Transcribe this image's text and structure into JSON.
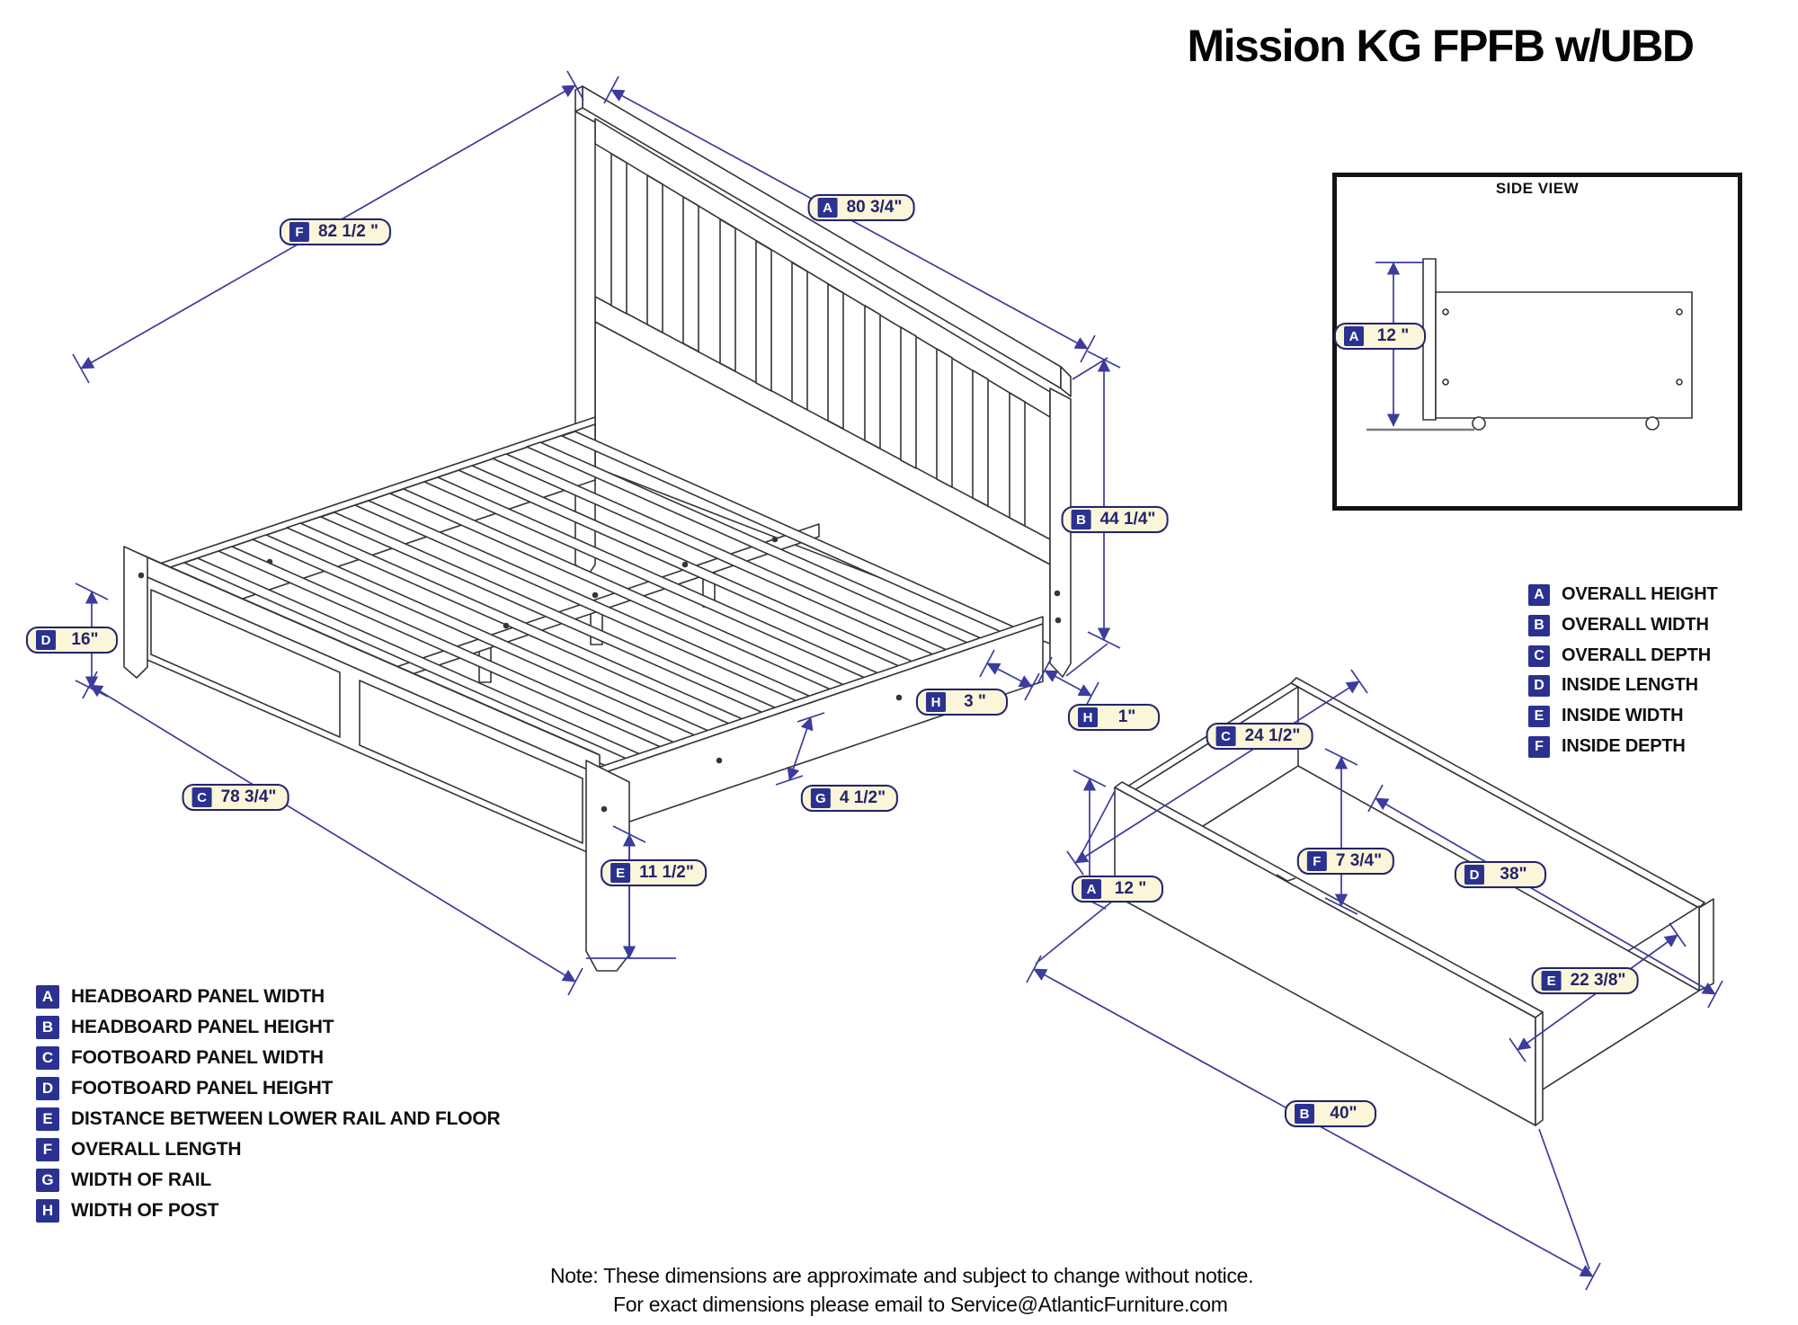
{
  "title": "Mission KG FPFB w/UBD",
  "side_view": {
    "title": "SIDE VIEW"
  },
  "dims": {
    "bed_f": {
      "letter": "F",
      "value": "82 1/2 \""
    },
    "bed_a": {
      "letter": "A",
      "value": "80 3/4\""
    },
    "bed_b": {
      "letter": "B",
      "value": "44 1/4\""
    },
    "bed_d": {
      "letter": "D",
      "value": "16\""
    },
    "bed_h3": {
      "letter": "H",
      "value": "3 \""
    },
    "bed_h1": {
      "letter": "H",
      "value": "1\""
    },
    "bed_g": {
      "letter": "G",
      "value": "4 1/2\""
    },
    "bed_c": {
      "letter": "C",
      "value": "78 3/4\""
    },
    "bed_e": {
      "letter": "E",
      "value": "11 1/2\""
    },
    "side_a": {
      "letter": "A",
      "value": "12 \""
    },
    "dr_c": {
      "letter": "C",
      "value": "24 1/2\""
    },
    "dr_a": {
      "letter": "A",
      "value": "12 \""
    },
    "dr_f": {
      "letter": "F",
      "value": "7 3/4\""
    },
    "dr_d": {
      "letter": "D",
      "value": "38\""
    },
    "dr_e": {
      "letter": "E",
      "value": "22 3/8\""
    },
    "dr_b": {
      "letter": "B",
      "value": "40\""
    }
  },
  "legend_bed": [
    {
      "letter": "A",
      "label": "HEADBOARD PANEL WIDTH"
    },
    {
      "letter": "B",
      "label": "HEADBOARD PANEL HEIGHT"
    },
    {
      "letter": "C",
      "label": "FOOTBOARD PANEL WIDTH"
    },
    {
      "letter": "D",
      "label": "FOOTBOARD PANEL HEIGHT"
    },
    {
      "letter": "E",
      "label": "DISTANCE BETWEEN LOWER RAIL AND FLOOR"
    },
    {
      "letter": "F",
      "label": "OVERALL LENGTH"
    },
    {
      "letter": "G",
      "label": "WIDTH OF RAIL"
    },
    {
      "letter": "H",
      "label": "WIDTH OF POST"
    }
  ],
  "legend_drawer": [
    {
      "letter": "A",
      "label": "OVERALL HEIGHT"
    },
    {
      "letter": "B",
      "label": "OVERALL WIDTH"
    },
    {
      "letter": "C",
      "label": "OVERALL DEPTH"
    },
    {
      "letter": "D",
      "label": "INSIDE LENGTH"
    },
    {
      "letter": "E",
      "label": "INSIDE WIDTH"
    },
    {
      "letter": "F",
      "label": "INSIDE DEPTH"
    }
  ],
  "note_line1": "Note:  These dimensions are approximate and subject to change without notice.",
  "note_line2": "For exact dimensions please email to Service@AtlanticFurniture.com",
  "colors": {
    "dimension": "#3c3c9c",
    "label_bg": "#fbf6d9",
    "label_border": "#23246b",
    "chip_bg": "#2b3190",
    "line": "#33363b"
  }
}
